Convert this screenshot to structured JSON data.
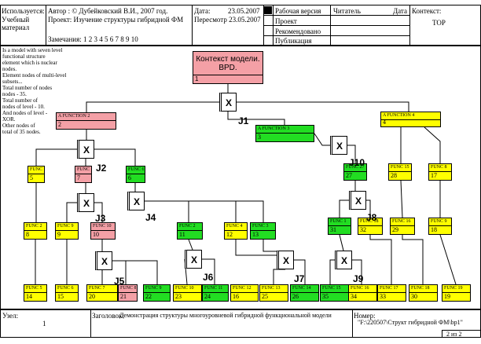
{
  "header": {
    "used_in_label": "Используется:",
    "used_in_value": "Учебный материал",
    "author": "Автор : © Дубейковский В.И., 2007 год.",
    "project": "Проект:  Изучение структуры гибридной ФМ",
    "notes": "Замечания:  1  2  3  4  5  6  7  8  9  10",
    "date_label": "Дата:",
    "date_value": "23.05.2007",
    "revision": "Пересмотр 23.05.2007",
    "status": [
      "Рабочая версия",
      "Проект",
      "Рекомендовано",
      "Публикация"
    ],
    "reader_label": "Читатель",
    "reader_date": "Дата",
    "context_label": "Контекст:",
    "context_value": "TOP"
  },
  "sidenote": [
    "Is a model with seven level",
    "functional structure",
    "element which is nuclear",
    "nodes.",
    "Element nodes of multi-level",
    "subsets...",
    "Total number of nodes",
    "nodes - 35.",
    "Total number of",
    "nodes of level - 10.",
    "And nodes of level -",
    "XOR.",
    "Other nodes of",
    "total of 35 nodes."
  ],
  "diagram": {
    "root": {
      "name": "Контекст модели. BPD.",
      "num": "1"
    },
    "nodes": [
      {
        "id": "n2",
        "name": "A FUNCTION 2",
        "num": "2",
        "color": "pink"
      },
      {
        "id": "n3",
        "name": "A FUNCTION 3",
        "num": "3",
        "color": "green"
      },
      {
        "id": "n4",
        "name": "A FUNCTION 4",
        "num": "4",
        "color": "yellow"
      },
      {
        "id": "n5",
        "name": "FUNC 5",
        "num": "5",
        "color": "yellow"
      },
      {
        "id": "n7",
        "name": "FUNC 7",
        "num": "7",
        "color": "pink"
      },
      {
        "id": "n6",
        "name": "FUNC 6",
        "num": "6",
        "color": "green"
      },
      {
        "id": "n27",
        "name": "FUNC 27",
        "num": "27",
        "color": "green"
      },
      {
        "id": "n28",
        "name": "FUNC 15",
        "num": "28",
        "color": "yellow"
      },
      {
        "id": "n17",
        "name": "FUNC 8",
        "num": "17",
        "color": "yellow"
      },
      {
        "id": "n8",
        "name": "FUNC 2",
        "num": "8",
        "color": "yellow"
      },
      {
        "id": "n9",
        "name": "FUNC 9",
        "num": "9",
        "color": "yellow"
      },
      {
        "id": "n10",
        "name": "FUNC 10",
        "num": "10",
        "color": "pink"
      },
      {
        "id": "n11",
        "name": "FUNC 2",
        "num": "11",
        "color": "green"
      },
      {
        "id": "n12",
        "name": "FUNC 4",
        "num": "12",
        "color": "yellow"
      },
      {
        "id": "n13",
        "name": "FUNC 3",
        "num": "13",
        "color": "green"
      },
      {
        "id": "n31",
        "name": "FUNC 1",
        "num": "31",
        "color": "green"
      },
      {
        "id": "n32",
        "name": "FUNC 18",
        "num": "32",
        "color": "yellow"
      },
      {
        "id": "n29",
        "name": "FUNC 16",
        "num": "29",
        "color": "yellow"
      },
      {
        "id": "n18",
        "name": "FUNC 9",
        "num": "18",
        "color": "yellow"
      },
      {
        "id": "n14",
        "name": "FUNC 5",
        "num": "14",
        "color": "yellow"
      },
      {
        "id": "n15",
        "name": "FUNC 6",
        "num": "15",
        "color": "yellow"
      },
      {
        "id": "n20",
        "name": "FUNC 7",
        "num": "20",
        "color": "yellow"
      },
      {
        "id": "n21",
        "name": "FUNC 8",
        "num": "21",
        "color": "pink"
      },
      {
        "id": "n22",
        "name": "FUNC 9",
        "num": "22",
        "color": "green"
      },
      {
        "id": "n23",
        "name": "FUNC 10",
        "num": "23",
        "color": "yellow"
      },
      {
        "id": "n24",
        "name": "FUNC 11",
        "num": "24",
        "color": "green"
      },
      {
        "id": "n16",
        "name": "FUNC 12",
        "num": "16",
        "color": "yellow"
      },
      {
        "id": "n25",
        "name": "FUNC 13",
        "num": "25",
        "color": "yellow"
      },
      {
        "id": "n26",
        "name": "FUNC 14",
        "num": "26",
        "color": "green"
      },
      {
        "id": "n35",
        "name": "FUNC 15",
        "num": "35",
        "color": "green"
      },
      {
        "id": "n34",
        "name": "FUNC 16",
        "num": "34",
        "color": "yellow"
      },
      {
        "id": "n33",
        "name": "FUNC 17",
        "num": "33",
        "color": "yellow"
      },
      {
        "id": "n30",
        "name": "FUNC 18",
        "num": "30",
        "color": "yellow"
      },
      {
        "id": "n19",
        "name": "FUNC 19",
        "num": "19",
        "color": "yellow"
      }
    ],
    "junctions": [
      {
        "id": "j1",
        "sym": "X",
        "label": "J1"
      },
      {
        "id": "j2",
        "sym": "X",
        "label": "J2"
      },
      {
        "id": "j10",
        "sym": "X",
        "label": "J10"
      },
      {
        "id": "j3",
        "sym": "X",
        "label": "J3"
      },
      {
        "id": "j4",
        "sym": "X",
        "label": "J4"
      },
      {
        "id": "j8",
        "sym": "X",
        "label": "J8"
      },
      {
        "id": "j5",
        "sym": "X",
        "label": "J5"
      },
      {
        "id": "j6",
        "sym": "X",
        "label": "J6"
      },
      {
        "id": "j7",
        "sym": "X",
        "label": "J7"
      },
      {
        "id": "j9",
        "sym": "X",
        "label": "J9"
      }
    ]
  },
  "colors": {
    "pink": "#f4a0a6",
    "green": "#22dd22",
    "yellow": "#ffff00",
    "black": "#000000"
  },
  "footer": {
    "node_label": "Узел:",
    "node_value": "1",
    "title_label": "Заголовок:",
    "title_value": "Демонстрация структуры многоуровневой гибридной функциональной модели",
    "number_label": "Номер:",
    "number_value": "\"F:\\220507\\Структ гибридной ФМ\\bp1\"",
    "page": "2 из 2"
  }
}
